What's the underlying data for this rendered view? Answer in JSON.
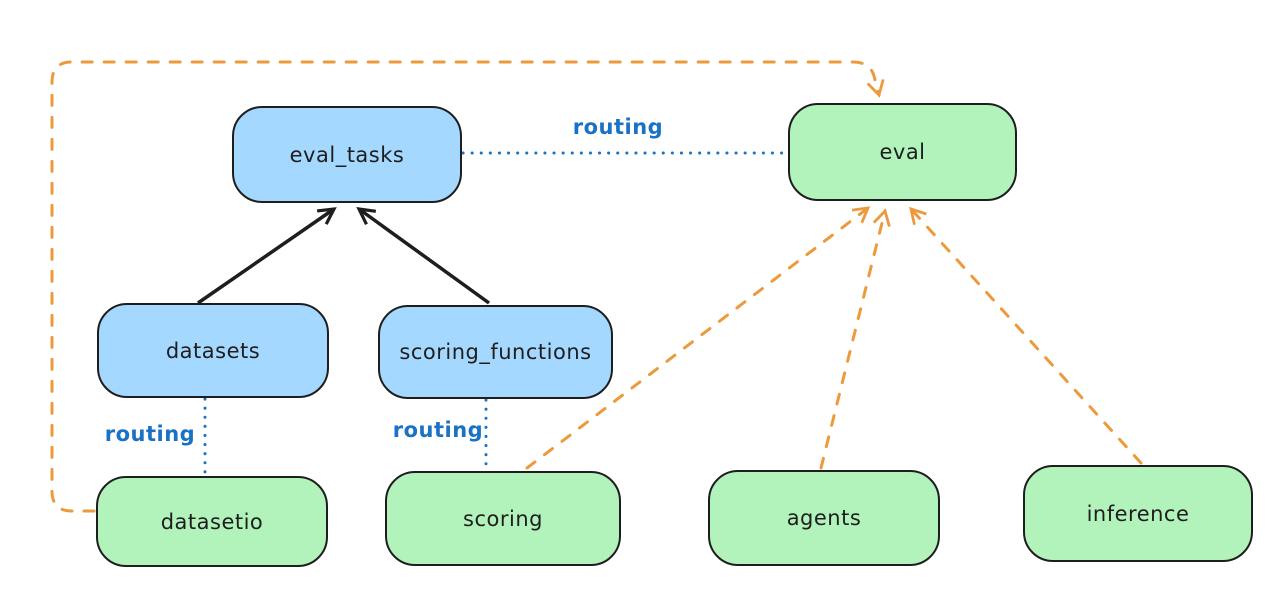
{
  "diagram": {
    "nodes": [
      {
        "id": "eval_tasks",
        "label": "eval_tasks",
        "kind": "resource",
        "color": "blue"
      },
      {
        "id": "eval",
        "label": "eval",
        "kind": "api",
        "color": "green"
      },
      {
        "id": "datasets",
        "label": "datasets",
        "kind": "resource",
        "color": "blue"
      },
      {
        "id": "scoring_functions",
        "label": "scoring_functions",
        "kind": "resource",
        "color": "blue"
      },
      {
        "id": "datasetio",
        "label": "datasetio",
        "kind": "api",
        "color": "green"
      },
      {
        "id": "scoring",
        "label": "scoring",
        "kind": "api",
        "color": "green"
      },
      {
        "id": "agents",
        "label": "agents",
        "kind": "api",
        "color": "green"
      },
      {
        "id": "inference",
        "label": "inference",
        "kind": "api",
        "color": "green"
      }
    ],
    "edges": [
      {
        "from": "datasets",
        "to": "eval_tasks",
        "style": "solid-black-arrow",
        "label": ""
      },
      {
        "from": "scoring_functions",
        "to": "eval_tasks",
        "style": "solid-black-arrow",
        "label": ""
      },
      {
        "from": "eval_tasks",
        "to": "eval",
        "style": "dotted-blue",
        "label": "routing"
      },
      {
        "from": "datasets",
        "to": "datasetio",
        "style": "dotted-blue",
        "label": "routing"
      },
      {
        "from": "scoring_functions",
        "to": "scoring",
        "style": "dotted-blue",
        "label": "routing"
      },
      {
        "from": "datasetio",
        "to": "eval",
        "style": "dashed-orange-arrow",
        "label": ""
      },
      {
        "from": "scoring",
        "to": "eval",
        "style": "dashed-orange-arrow",
        "label": ""
      },
      {
        "from": "agents",
        "to": "eval",
        "style": "dashed-orange-arrow",
        "label": ""
      },
      {
        "from": "inference",
        "to": "eval",
        "style": "dashed-orange-arrow",
        "label": ""
      }
    ]
  },
  "colors": {
    "stroke": "#1e1e1e",
    "blue-fill": "#a5d8ff",
    "green-fill": "#b2f2bb",
    "orange": "#ec9a3c",
    "routing-blue": "#1a72c4"
  }
}
